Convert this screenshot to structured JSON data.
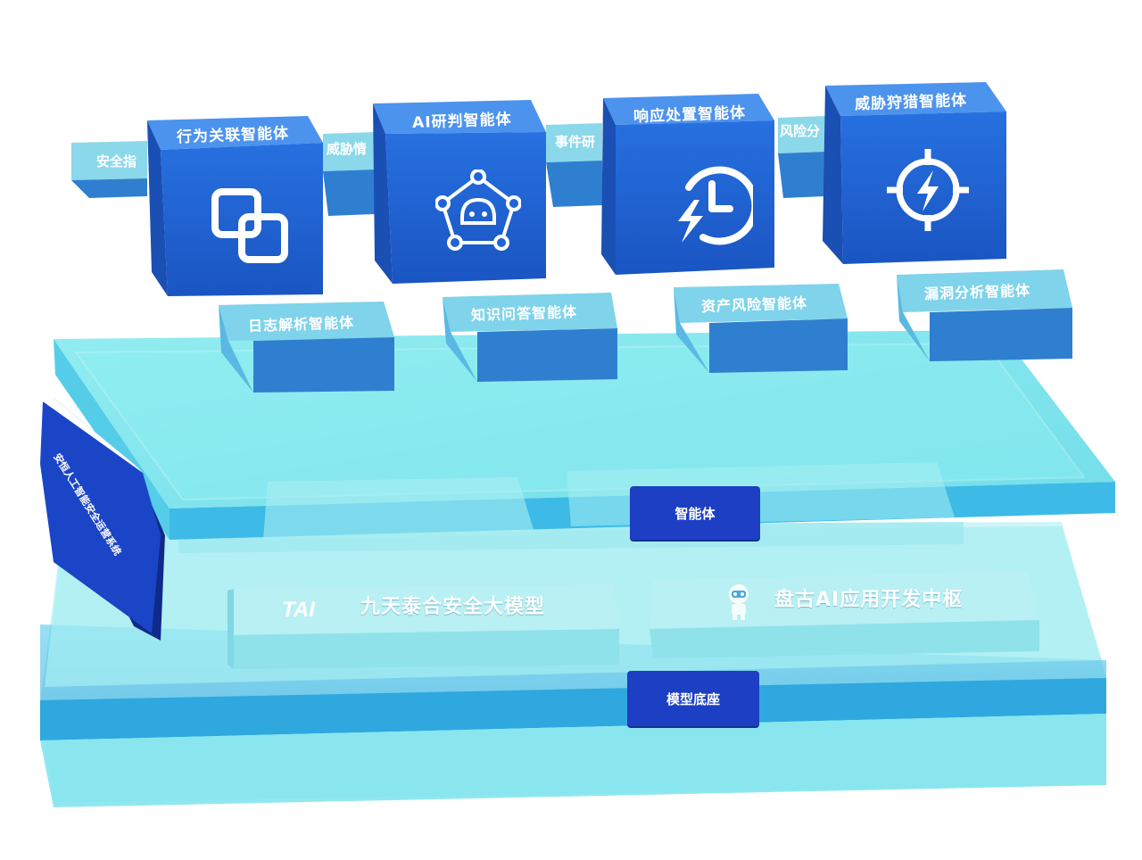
{
  "system_label": "安恒人工智能安全运营系统",
  "layers": {
    "agent_layer_label": "智能体",
    "model_layer_label": "模型底座"
  },
  "back_bars": [
    {
      "label": "安全指"
    },
    {
      "label": "威胁情"
    },
    {
      "label": "事件研"
    },
    {
      "label": "风险分"
    }
  ],
  "cubes": [
    {
      "title": "行为关联智能体",
      "icon": "link-squares-icon"
    },
    {
      "title": "AI研判智能体",
      "icon": "ai-network-icon"
    },
    {
      "title": "响应处置智能体",
      "icon": "clock-lightning-icon"
    },
    {
      "title": "威胁狩猎智能体",
      "icon": "target-lightning-icon"
    }
  ],
  "small_boxes": [
    {
      "title": "日志解析智能体"
    },
    {
      "title": "知识问答智能体"
    },
    {
      "title": "资产风险智能体"
    },
    {
      "title": "漏洞分析智能体"
    }
  ],
  "models": [
    {
      "name": "九天泰合安全大模型",
      "logo_text": "TAI",
      "icon": "tai-logo-icon"
    },
    {
      "name": "盘古AI应用开发中枢",
      "icon": "robot-mascot-icon"
    }
  ],
  "colors": {
    "cube_front": "#1f63d6",
    "cube_top": "#2d7ae6",
    "cube_side": "#174fae",
    "platform_top": "#6fe3ea",
    "platform_edge": "#3db7e0",
    "badge": "#1c3fc4"
  }
}
